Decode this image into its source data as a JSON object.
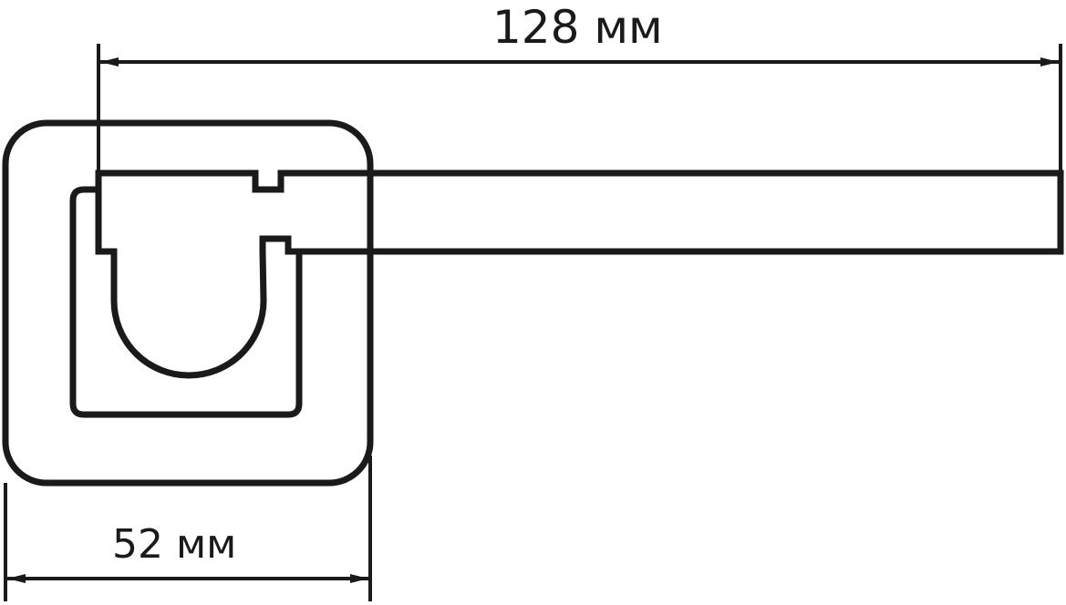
{
  "dimensions": {
    "length": {
      "value": 128,
      "unit": "мм",
      "label": "128 мм"
    },
    "rosette_width": {
      "value": 52,
      "unit": "мм",
      "label": "52 мм"
    }
  },
  "colors": {
    "stroke": "#1a1a1a",
    "background": "#ffffff"
  }
}
